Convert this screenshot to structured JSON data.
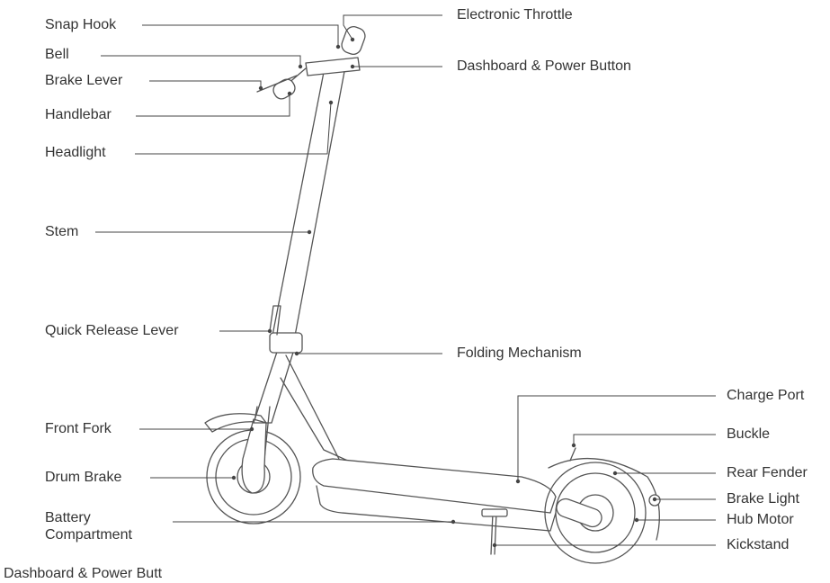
{
  "labels": {
    "snap_hook": "Snap Hook",
    "bell": "Bell",
    "brake_lever": "Brake Lever",
    "handlebar": "Handlebar",
    "headlight": "Headlight",
    "stem": "Stem",
    "quick_release_lever": "Quick Release Lever",
    "front_fork": "Front Fork",
    "drum_brake": "Drum Brake",
    "battery_compartment": "Battery\nCompartment",
    "electronic_throttle": "Electronic Throttle",
    "dashboard_power_button": "Dashboard & Power Button",
    "folding_mechanism": "Folding Mechanism",
    "charge_port": "Charge Port",
    "buckle": "Buckle",
    "rear_fender": "Rear Fender",
    "brake_light": "Brake Light",
    "hub_motor": "Hub Motor",
    "kickstand": "Kickstand"
  },
  "footer": {
    "cut_label": "Dashboard & Power Butt"
  }
}
